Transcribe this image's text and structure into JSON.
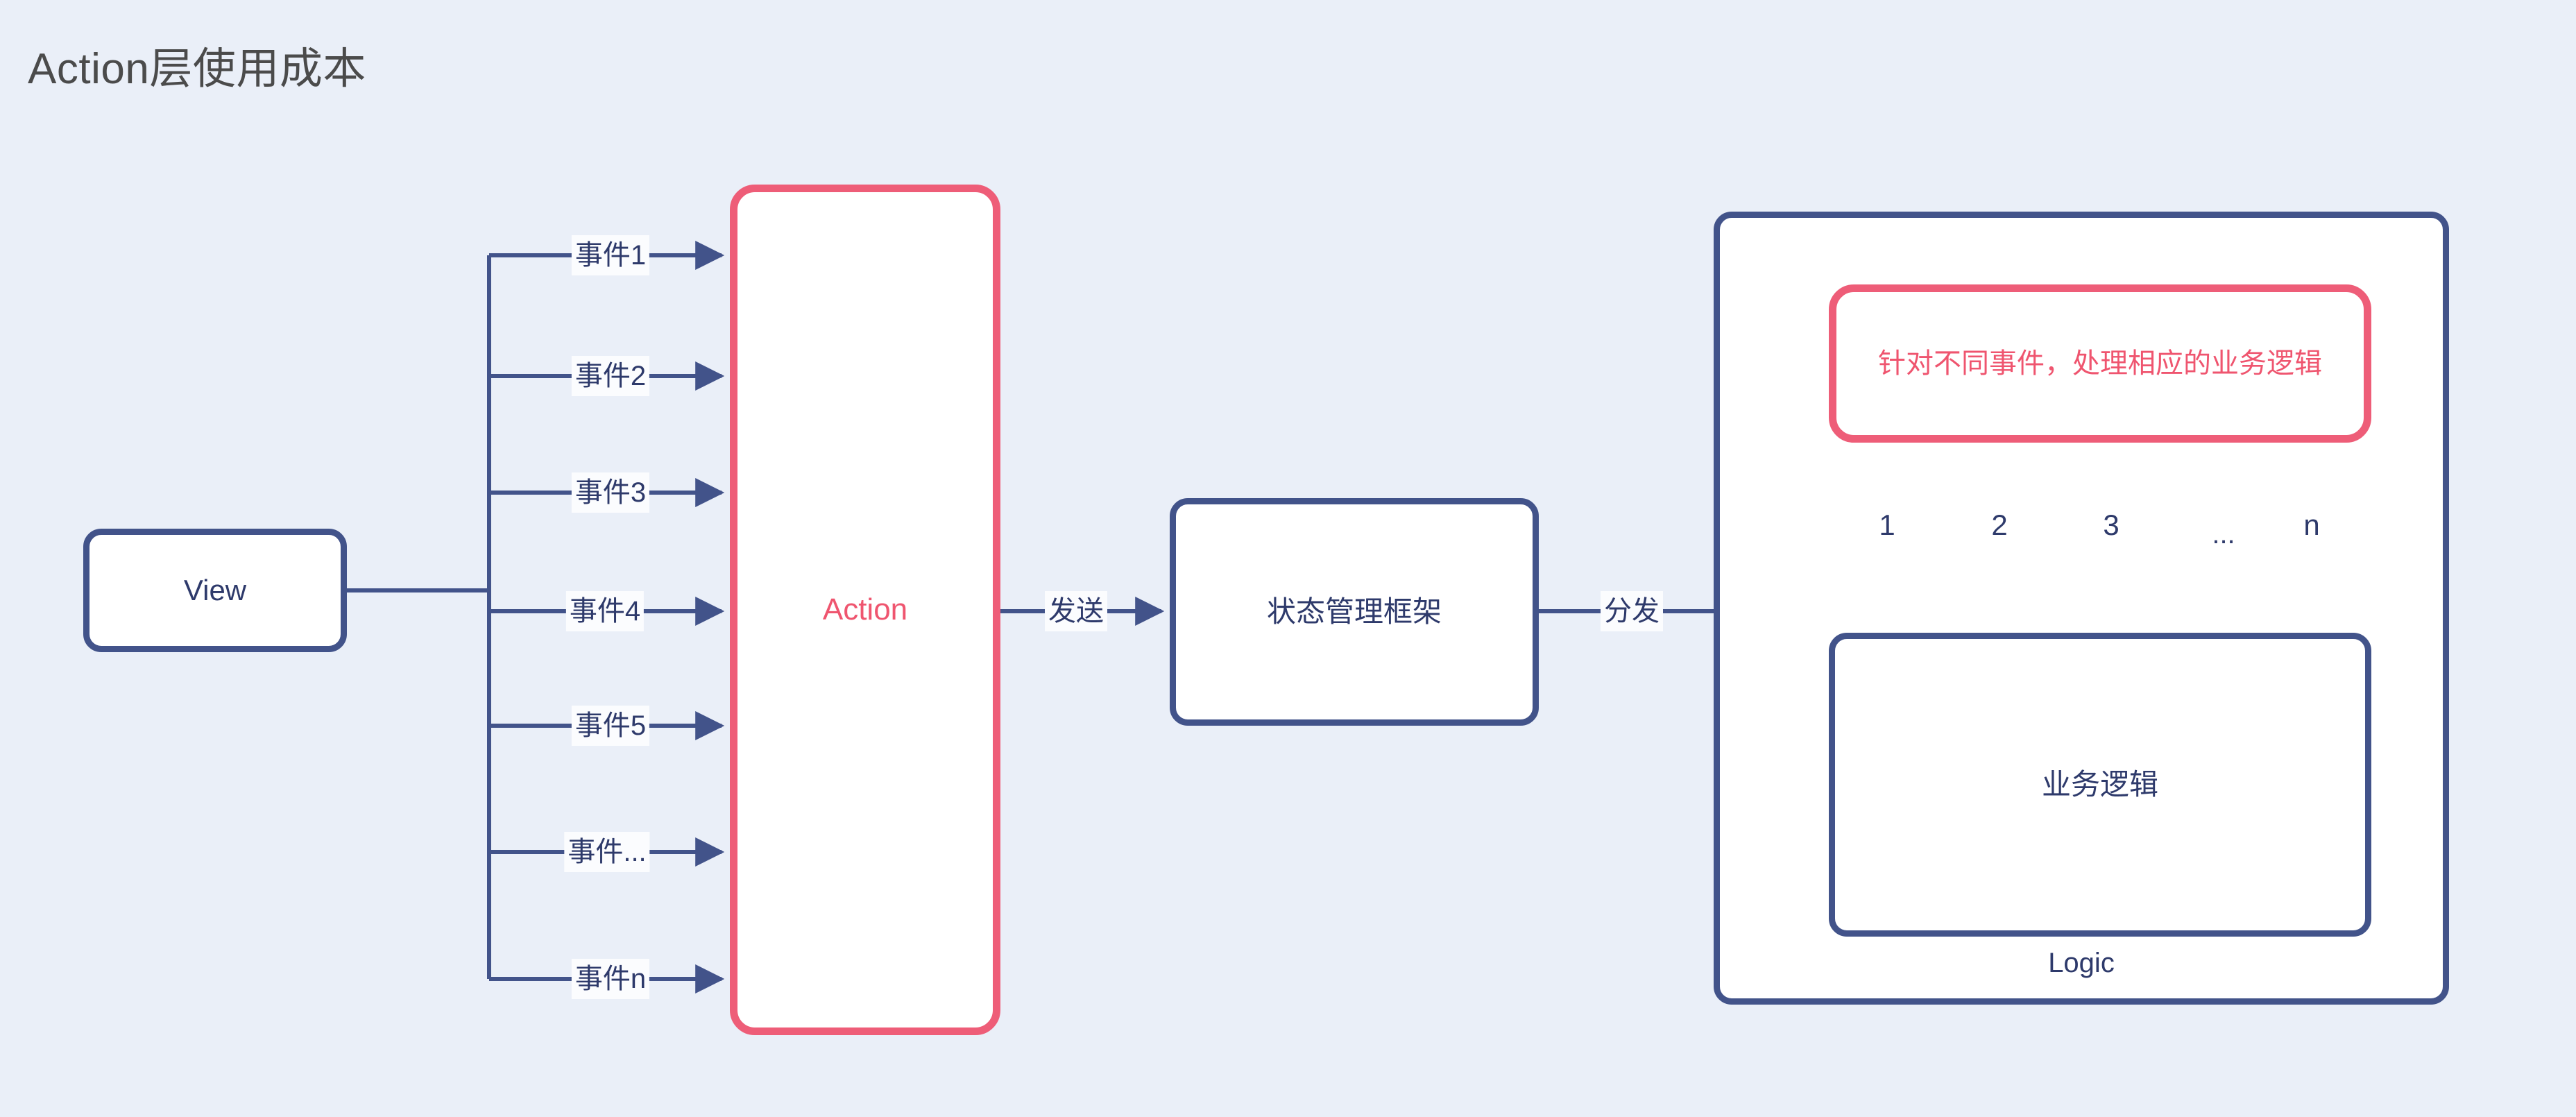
{
  "page": {
    "title": "Action层使用成本",
    "background_color": "#eaeff8",
    "title_color": "#4b4b4b"
  },
  "colors": {
    "navy": "#42538a",
    "navy_text": "#2e3a6b",
    "pink": "#ee5d78",
    "pink_text": "#ef556f",
    "box_fill": "#ffffff"
  },
  "nodes": {
    "view": {
      "label": "View",
      "style": "navy"
    },
    "action": {
      "label": "Action",
      "style": "pink"
    },
    "store": {
      "label": "状态管理框架",
      "style": "navy"
    },
    "logic_container": {
      "caption": "Logic",
      "style": "navy"
    },
    "redline": {
      "label": "针对不同事件，处理相应的业务逻辑",
      "style": "pink"
    },
    "business_logic": {
      "label": "业务逻辑",
      "style": "navy"
    }
  },
  "edges": {
    "events": [
      {
        "label": "事件1"
      },
      {
        "label": "事件2"
      },
      {
        "label": "事件3"
      },
      {
        "label": "事件4"
      },
      {
        "label": "事件5"
      },
      {
        "label": "事件..."
      },
      {
        "label": "事件n"
      }
    ],
    "send": {
      "label": "发送"
    },
    "dispatch": {
      "label": "分发"
    },
    "branches": [
      {
        "label": "1"
      },
      {
        "label": "2"
      },
      {
        "label": "3"
      },
      {
        "label": "..."
      },
      {
        "label": "n"
      }
    ]
  }
}
